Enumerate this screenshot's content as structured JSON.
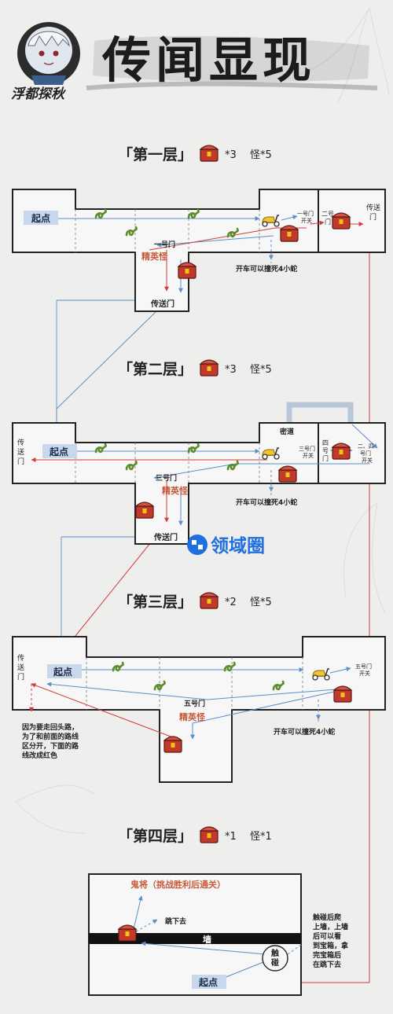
{
  "header": {
    "title": "传闻显现",
    "logo_text": "浮都探秋"
  },
  "watermark": {
    "text": "领域圈"
  },
  "floors": [
    {
      "title": "「第一层」",
      "chest_count": "*3",
      "monster_count": "怪*5",
      "labels": {
        "start": "起点",
        "door1": "一号门",
        "door1_switch": "一号门\n开关",
        "door2": "二号\n门",
        "portal_right": "传送\n门",
        "portal_bottom": "传送门",
        "elite": "精英怪",
        "car_note": "开车可以撞死4小蛇"
      }
    },
    {
      "title": "「第二层」",
      "chest_count": "*3",
      "monster_count": "怪*5",
      "labels": {
        "portal_left": "传\n送\n门",
        "start": "起点",
        "secret": "密道",
        "door3_switch": "三号门\n开关",
        "door4": "四\n号\n门",
        "door24_switch": "二、四\n号门\n开关",
        "door3": "三号门",
        "elite": "精英怪",
        "portal_bottom": "传送门",
        "car_note": "开车可以撞死4小蛇"
      }
    },
    {
      "title": "「第三层」",
      "chest_count": "*2",
      "monster_count": "怪*5",
      "labels": {
        "portal_left": "传\n送\n门",
        "start": "起点",
        "door5_switch": "五号门\n开关",
        "door5": "五号门",
        "elite": "精英怪",
        "red_note": "因为要走回头路，\n为了和前面的路线\n区分开，下面的路\n线改成红色",
        "car_note": "开车可以撞死4小蛇"
      }
    },
    {
      "title": "「第四层」",
      "chest_count": "*1",
      "monster_count": "怪*1",
      "labels": {
        "boss": "鬼将（挑战胜利后通关）",
        "jump": "跳下去",
        "wall": "墙",
        "touch": "触\n碰",
        "start": "起点",
        "touch_note": "触碰后爬\n上墙，上墙\n后可以看\n到宝箱，拿\n完宝箱后\n在跳下去"
      }
    }
  ],
  "colors": {
    "blue_line": "#5a8fc8",
    "red_line": "#d23c3c",
    "elite": "#c8593a",
    "start_bg": "#c7d8ec",
    "chest": "#c0392b",
    "watermark": "#1f6fe0"
  }
}
